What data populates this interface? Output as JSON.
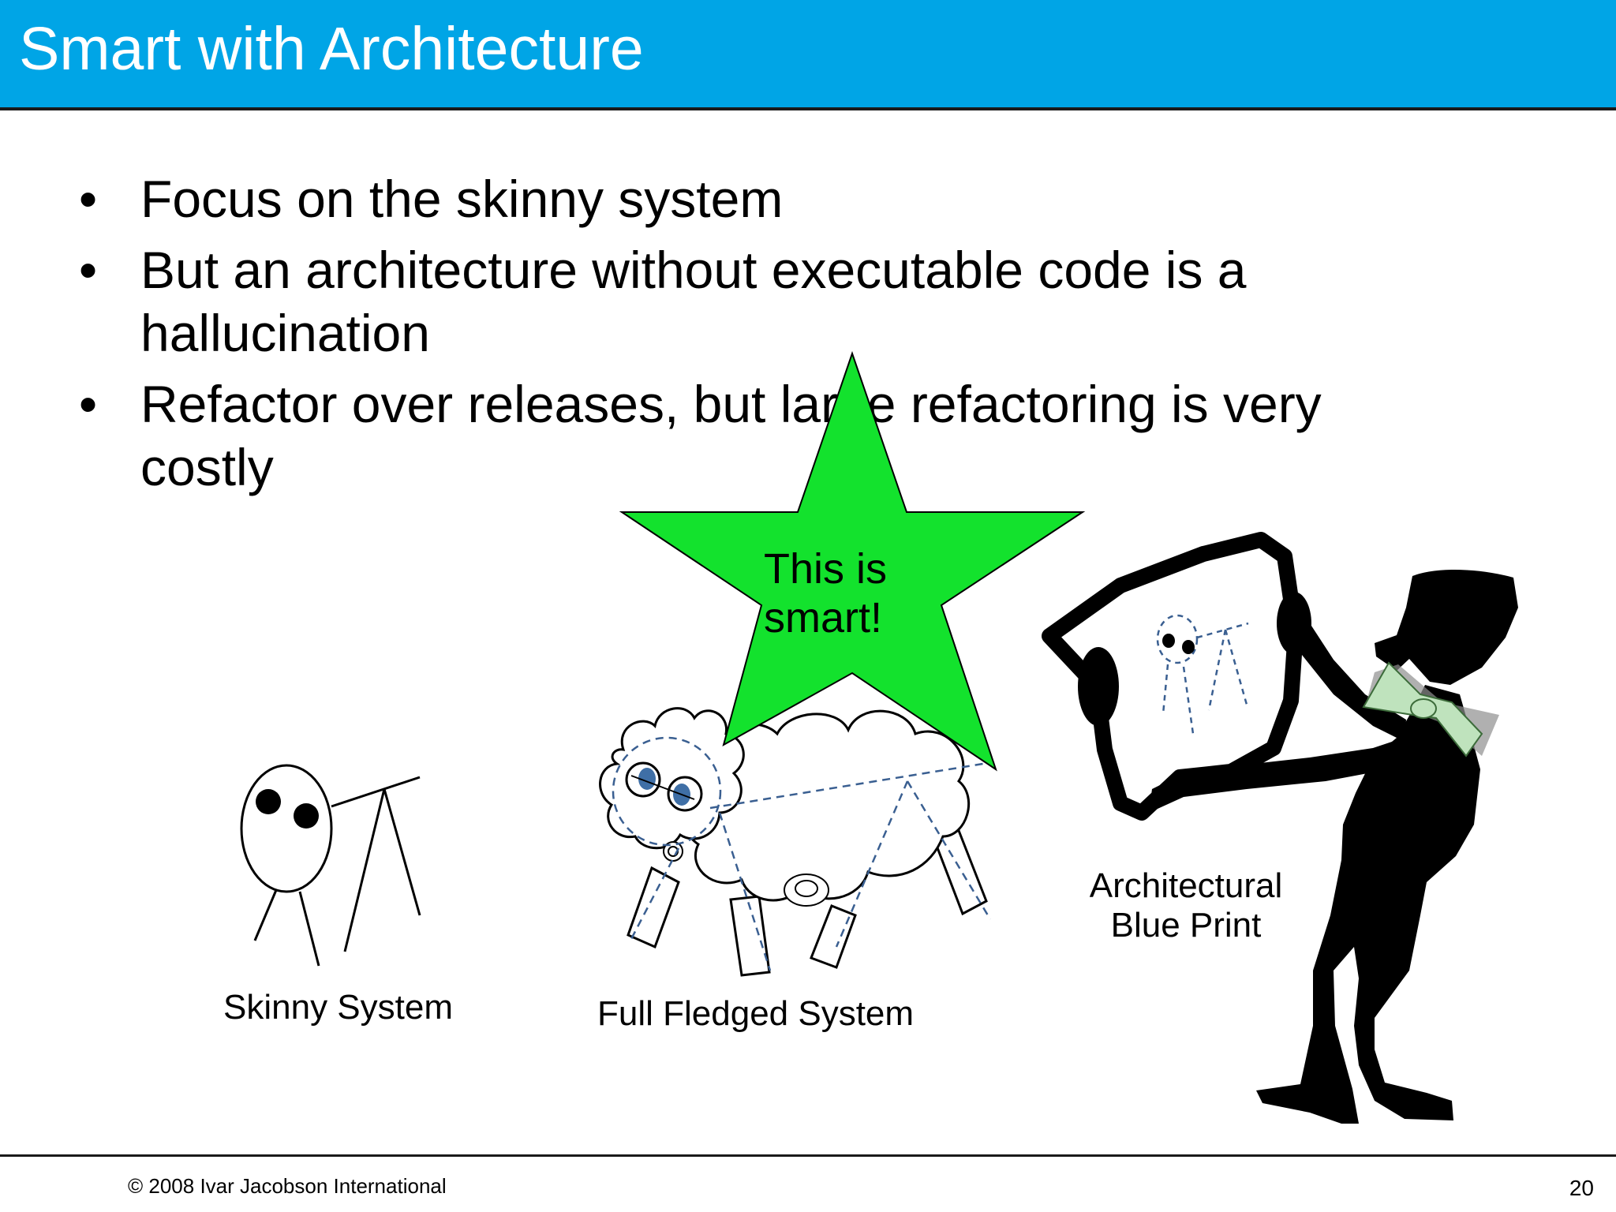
{
  "slide": {
    "title": "Smart with Architecture",
    "bullet_glyph": "•",
    "bullets": [
      "Focus on the skinny system",
      "But an architecture without executable code is a hallucination",
      "Refactor over releases, but large refactoring is very costly"
    ]
  },
  "illustration": {
    "star_text": "This is smart!",
    "labels": {
      "skinny": "Skinny System",
      "full": "Full Fledged System",
      "blueprint": "Architectural Blue Print"
    },
    "colors": {
      "star": "#13e22d",
      "blueprint_lines": "#3a5f91",
      "sheep_eyes": "#3f6fa6",
      "bow_tie": "#bfe3bd",
      "figure": "#000000"
    },
    "icons": [
      "skinny-stick-figure-icon",
      "sheep-icon",
      "star-burst-icon",
      "man-with-blueprint-icon",
      "bow-tie-icon"
    ]
  },
  "footer": {
    "copyright": "© 2008 Ivar Jacobson International",
    "page_number": "20"
  },
  "theme": {
    "title_bar_color": "#00a5e6",
    "title_text_color": "#ffffff"
  }
}
